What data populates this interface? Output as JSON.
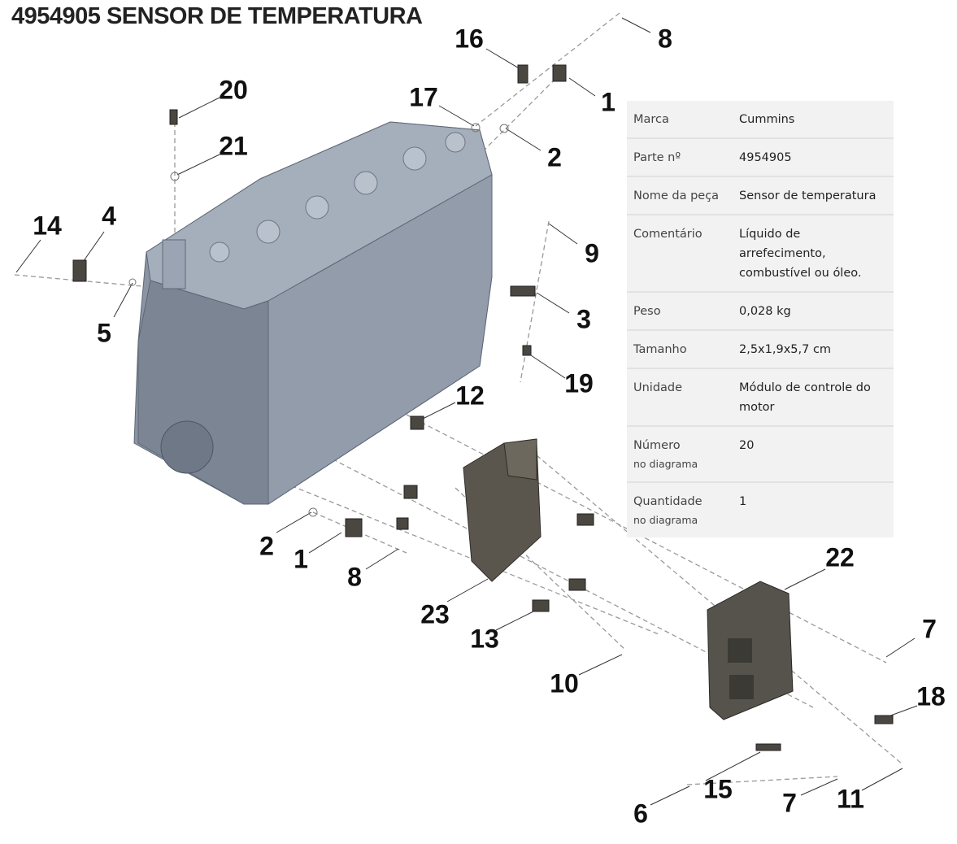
{
  "title": "4954905 SENSOR DE TEMPERATURA",
  "specs": [
    {
      "label": "Marca",
      "value": "Cummins"
    },
    {
      "label": "Parte nº",
      "value": "4954905"
    },
    {
      "label": "Nome da peça",
      "value": "Sensor de temperatura"
    },
    {
      "label": "Comentário",
      "value": "Líquido de arrefecimento, combustível ou óleo."
    },
    {
      "label": "Peso",
      "value": "0,028 kg"
    },
    {
      "label": "Tamanho",
      "value": "2,5x1,9x5,7 cm"
    },
    {
      "label": "Unidade",
      "value": "Módulo de controle do motor"
    },
    {
      "label": "Número",
      "sublabel": "no diagrama",
      "value": "20"
    },
    {
      "label": "Quantidade",
      "sublabel": "no diagrama",
      "value": "1"
    }
  ],
  "callouts": [
    "16",
    "8",
    "20",
    "17",
    "1",
    "21",
    "2",
    "14",
    "4",
    "9",
    "5",
    "3",
    "19",
    "12",
    "2",
    "1",
    "8",
    "22",
    "23",
    "13",
    "7",
    "10",
    "18",
    "15",
    "6",
    "7",
    "11"
  ]
}
